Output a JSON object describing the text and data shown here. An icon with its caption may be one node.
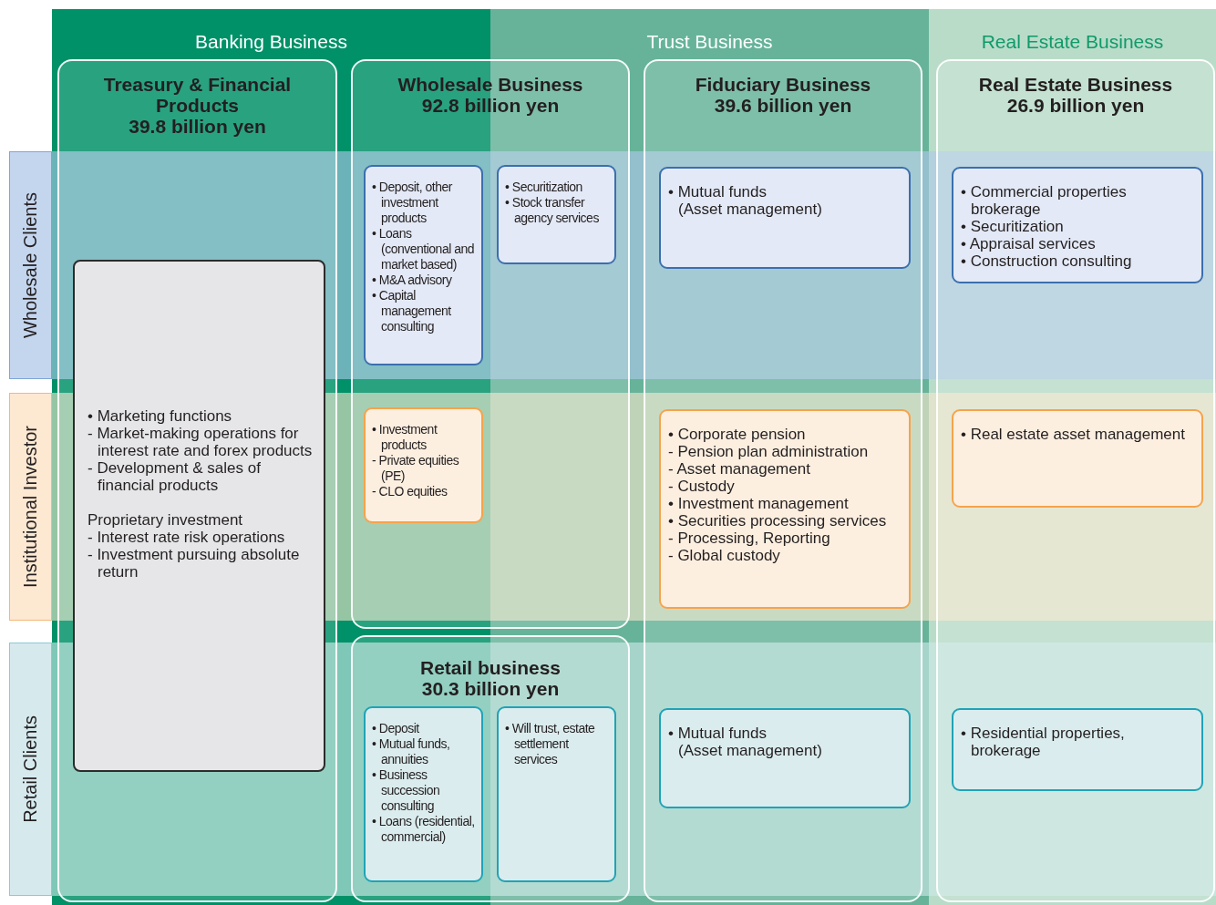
{
  "diagram": {
    "nodes": [
      {
        "text": [
          "Banking Business"
        ]
      },
      {
        "text": [
          "Trust Business"
        ]
      },
      {
        "text": [
          "Real Estate Business"
        ]
      },
      {
        "text": [
          "Treasury & Financial Products",
          "39.8 billion yen"
        ],
        "in": 0
      },
      {
        "text": [
          "Wholesale Business",
          "92.8 billion yen"
        ]
      },
      {
        "text": [
          "Fiduciary Business",
          "39.6 billion yen"
        ],
        "in": 1
      },
      {
        "text": [
          "Real Estate Business",
          "26.9 billion yen"
        ],
        "in": 2
      },
      {
        "text": [
          "Wholesale Clients"
        ]
      },
      {
        "text": [
          "• Deposit, other investment products",
          "• Loans (conventional and market based)",
          "• M&A advisory",
          "• Capital management consulting"
        ]
      },
      {
        "text": [
          "• Securitization",
          "• Stock transfer agency services"
        ]
      },
      {
        "text": [
          "• Mutual funds",
          "(Asset management)"
        ],
        "in": 5
      },
      {
        "text": [
          "• Commercial properties brokerage",
          "• Securitization",
          "• Appraisal services",
          "• Construction consulting"
        ],
        "in": 6
      },
      {
        "text": [
          "• Marketing functions",
          "- Market-making operations for interest rate and forex products",
          "- Development & sales of financial products",
          "Proprietary investment",
          "- Interest rate risk operations",
          "- Investment pursuing absolute return"
        ],
        "in": 3
      },
      {
        "text": [
          "Institutional Investor"
        ]
      },
      {
        "text": [
          "• Investment products",
          "- Private equities (PE)",
          "- CLO equities"
        ]
      },
      {
        "text": [
          "• Corporate pension",
          "- Pension plan administration",
          "- Asset management",
          "- Custody",
          "• Investment management",
          "• Securities processing services",
          "- Processing, Reporting",
          "- Global custody"
        ],
        "in": 5
      },
      {
        "text": [
          "• Real estate asset management"
        ],
        "in": 6
      },
      {
        "text": [
          "Retail Clients"
        ]
      },
      {
        "text": [
          "Retail business",
          "30.3  billion yen"
        ]
      },
      {
        "text": [
          "• Deposit",
          "• Mutual funds, annuities",
          "• Business succession consulting",
          "• Loans (residential, commercial)"
        ]
      },
      {
        "text": [
          "• Will trust, estate settlement services"
        ]
      },
      {
        "text": [
          "• Mutual funds",
          "(Asset management)"
        ],
        "in": 5
      },
      {
        "text": [
          "• Residential properties, brokerage"
        ],
        "in": 6
      }
    ]
  }
}
